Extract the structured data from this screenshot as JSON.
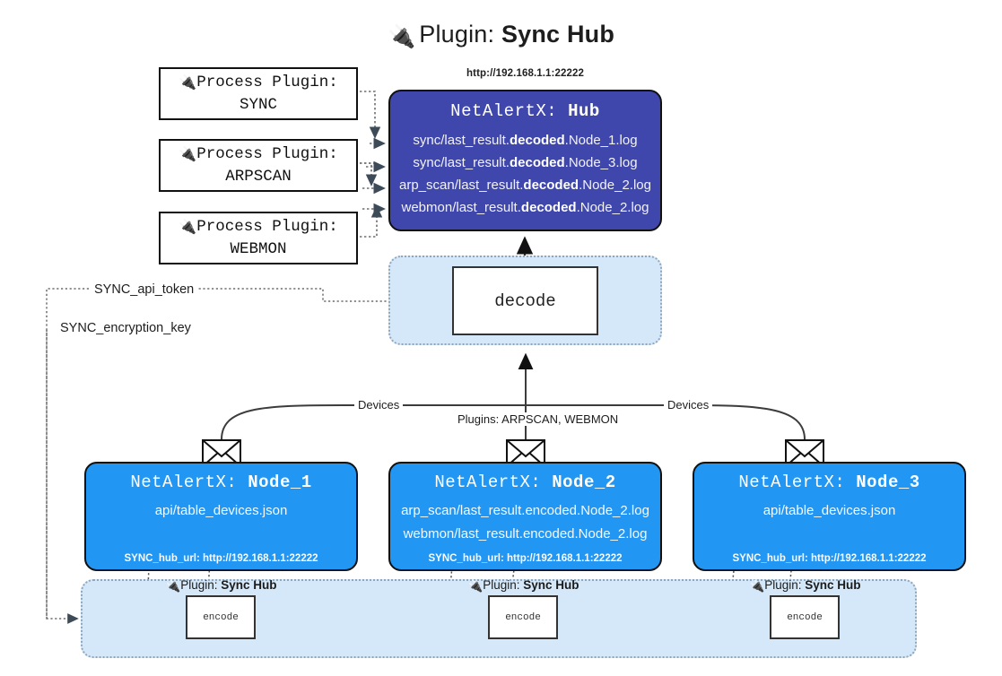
{
  "header": {
    "plug_icon": "🔌",
    "prefix": "Plugin:",
    "name": "Sync Hub"
  },
  "process_plugins": [
    {
      "line1": "Process Plugin:",
      "line2": "SYNC"
    },
    {
      "line1": "Process Plugin:",
      "line2": "ARPSCAN"
    },
    {
      "line1": "Process Plugin:",
      "line2": "WEBMON"
    }
  ],
  "hub": {
    "url": "http://192.168.1.1:22222",
    "label_prefix": "NetAlertX:",
    "label_name": "Hub",
    "rows": [
      {
        "pre": "sync/last_result.",
        "strong": "decoded",
        "post": ".Node_1.log"
      },
      {
        "pre": "sync/last_result.",
        "strong": "decoded",
        "post": ".Node_3.log"
      },
      {
        "pre": "arp_scan/last_result.",
        "strong": "decoded",
        "post": ".Node_2.log"
      },
      {
        "pre": "webmon/last_result.",
        "strong": "decoded",
        "post": ".Node_2.log"
      }
    ]
  },
  "decode": {
    "label": "decode"
  },
  "env_vars": [
    {
      "name": "SYNC_api_token"
    },
    {
      "name": "SYNC_encryption_key"
    }
  ],
  "edge_labels": {
    "devices_left": "Devices",
    "devices_right": "Devices",
    "plugins_center": "Plugins: ARPSCAN, WEBMON"
  },
  "nodes": [
    {
      "label_prefix": "NetAlertX:",
      "label_name": "Node_1",
      "rows": [
        "api/table_devices.json"
      ],
      "footer": "SYNC_hub_url: http://192.168.1.1:22222"
    },
    {
      "label_prefix": "NetAlertX:",
      "label_name": "Node_2",
      "rows": [
        "arp_scan/last_result.encoded.Node_2.log",
        "webmon/last_result.encoded.Node_2.log"
      ],
      "footer": "SYNC_hub_url: http://192.168.1.1:22222"
    },
    {
      "label_prefix": "NetAlertX:",
      "label_name": "Node_3",
      "rows": [
        "api/table_devices.json"
      ],
      "footer": "SYNC_hub_url: http://192.168.1.1:22222"
    }
  ],
  "band": {
    "plug_icon": "🔌",
    "label_prefix": "Plugin:",
    "label_name": "Sync Hub",
    "encode_label": "encode"
  },
  "colors": {
    "hub_fill": "#3f47ad",
    "node_fill": "#2196f3",
    "container_fill": "#d5e8f9",
    "container_border": "#8fa6bb",
    "stroke": "#111111",
    "arrow": "#3d4a57"
  }
}
